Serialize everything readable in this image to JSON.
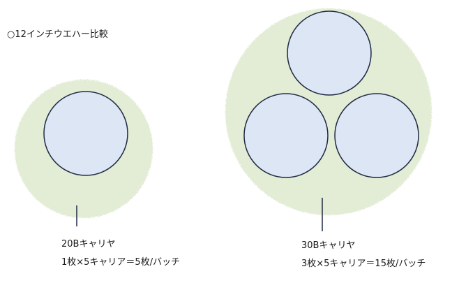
{
  "title": "○12インチウエハー比較",
  "carrier_20b": {
    "name": "20Bキャリヤ",
    "calc": "1枚×5キャリア＝5枚/バッチ"
  },
  "carrier_30b": {
    "name": "30Bキャリヤ",
    "calc": "3枚×5キャリア＝15枚/バッチ"
  },
  "colors": {
    "carrier_fill": "#e3ecd5",
    "carrier_edge": "#d6e3c2",
    "wafer_fill": "#dde6f4",
    "wafer_stroke": "#1f2a44",
    "leader": "#1f2a44"
  }
}
